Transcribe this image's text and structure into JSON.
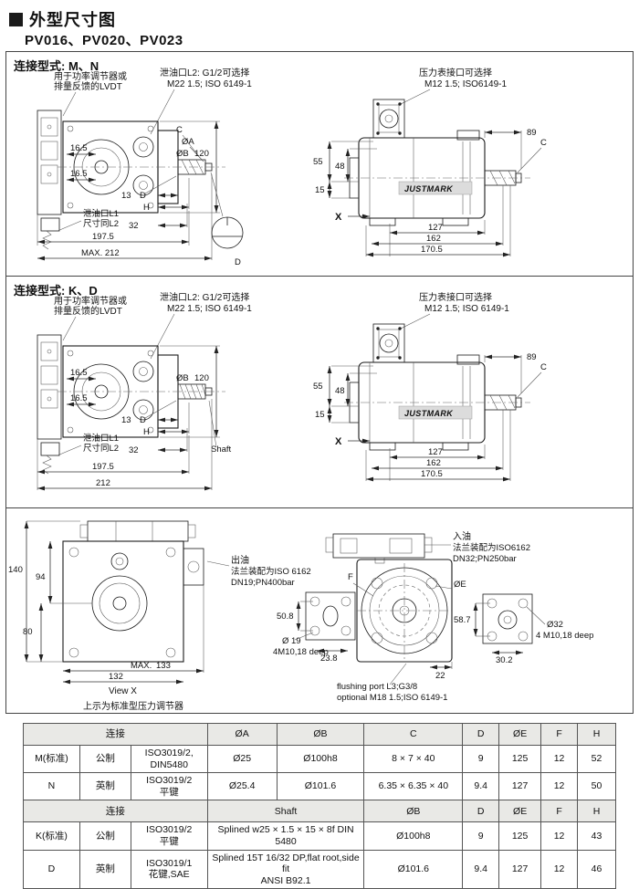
{
  "page": {
    "title": "外型尺寸图",
    "subtitle": "PV016、PV020、PV023"
  },
  "mn": {
    "label": "连接型式: M、N",
    "lvdt1": "用于功率调节器或",
    "lvdt2": "排量反馈的LVDT",
    "drain2a": "泄油口L2: G1/2可选择",
    "drain2b": "M22 1.5; ISO 6149-1",
    "d165a": "16.5",
    "d165b": "16.5",
    "dC": "C",
    "dOA": "ØA",
    "dOB": "ØB",
    "d120": "120",
    "d13": "13",
    "dD": "D",
    "dH": "H",
    "drain1a": "泄油口L1",
    "drain1b": "尺寸同L2",
    "d32": "32",
    "d1975": "197.5",
    "dmax212": "MAX.  212",
    "dDetail": "D",
    "gauge1": "压力表接口可选择",
    "gauge2": "M12 1.5; ISO6149-1",
    "d89": "89",
    "dC2": "C",
    "d55": "55",
    "d48": "48",
    "d15": "15",
    "brand": "JUSTMARK",
    "dX": "X",
    "d127": "127",
    "d162": "162",
    "d1705": "170.5"
  },
  "kd": {
    "label": "连接型式: K、D",
    "lvdt1": "用于功率调节器或",
    "lvdt2": "排量反馈的LVDT",
    "drain2a": "泄油口L2: G1/2可选择",
    "drain2b": "M22 1.5; ISO 6149-1",
    "d165a": "16.5",
    "d165b": "16.5",
    "dOB": "ØB",
    "d120": "120",
    "d13": "13",
    "dD": "D",
    "dH": "H",
    "shaft": "Shaft",
    "drain1a": "泄油口L1",
    "drain1b": "尺寸同L2",
    "d32": "32",
    "d1975": "197.5",
    "d212": "212",
    "gauge1": "压力表接口可选择",
    "gauge2": "M12 1.5; ISO 6149-1",
    "d89": "89",
    "dC2": "C",
    "d55": "55",
    "d48": "48",
    "d15": "15",
    "brand": "JUSTMARK",
    "dX": "X",
    "d127": "127",
    "d162": "162",
    "d1705": "170.5"
  },
  "bottom": {
    "d140": "140",
    "d94": "94",
    "d80": "80",
    "dmax": "MAX.",
    "d133": "133",
    "d132": "132",
    "view_x": "View X",
    "caption": "上示为标准型压力调节器",
    "outlet1": "出油",
    "outlet2": "法兰装配为ISO 6162",
    "outlet3": "DN19;PN400bar",
    "inlet1": "入油",
    "inlet2": "法兰装配为ISO6162",
    "inlet3": "DN32;PN250bar",
    "dF": "F",
    "dOE": "ØE",
    "d50_8": "50.8",
    "d19": "Ø 19",
    "d19note": "4M10,18 deep",
    "d23_8": "23.8",
    "d58_7": "58.7",
    "d32": "Ø32",
    "d32note": "4 M10,18 deep",
    "d30_2": "30.2",
    "d22": "22",
    "flush1": "flushing port L3;G3/8",
    "flush2": "optional M18 1.5;ISO 6149-1"
  },
  "table": {
    "h1": [
      "连接",
      "ØA",
      "ØB",
      "C",
      "D",
      "ØE",
      "F",
      "H"
    ],
    "h2": [
      "连接",
      "Shaft",
      "ØB",
      "D",
      "ØE",
      "F",
      "H"
    ],
    "m": [
      "M(标准)",
      "公制",
      "ISO3019/2,\nDIN5480",
      "Ø25",
      "Ø100h8",
      "8 × 7 × 40",
      "9",
      "125",
      "12",
      "52"
    ],
    "n": [
      "N",
      "英制",
      "ISO3019/2\n平键",
      "Ø25.4",
      "Ø101.6",
      "6.35 × 6.35 × 40",
      "9.4",
      "127",
      "12",
      "50"
    ],
    "k": [
      "K(标准)",
      "公制",
      "ISO3019/2\n平键",
      "Splined w25 × 1.5 × 15 × 8f DIN 5480",
      "Ø100h8",
      "9",
      "125",
      "12",
      "43"
    ],
    "d": [
      "D",
      "英制",
      "ISO3019/1\n花键,SAE",
      "Splined 15T 16/32 DP,flat root,side fit\nANSI B92.1",
      "Ø101.6",
      "9.4",
      "127",
      "12",
      "46"
    ]
  }
}
